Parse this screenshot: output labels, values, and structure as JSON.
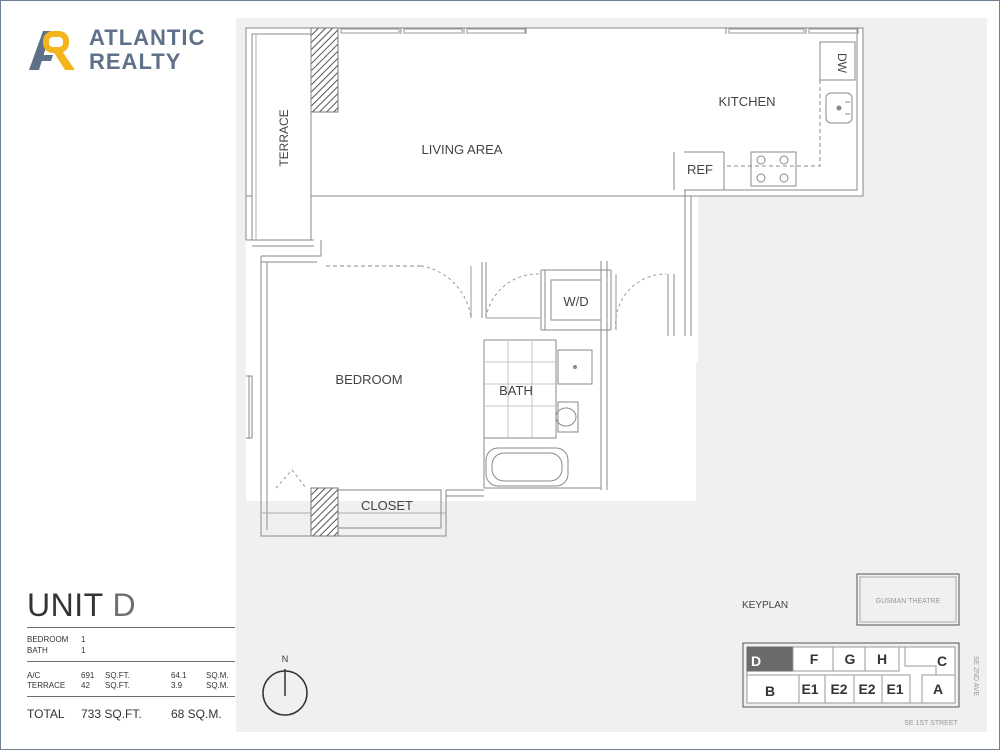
{
  "brand": {
    "line1": "ATLANTIC",
    "line2": "REALTY",
    "colors": {
      "text": "#5f7189",
      "accent": "#f3b51b",
      "mark": "#5f7189"
    }
  },
  "unit": {
    "title_prefix": "UNIT",
    "title_letter": "D",
    "bedroom_label": "BEDROOM",
    "bedroom_count": "1",
    "bath_label": "BATH",
    "bath_count": "1",
    "ac_label": "A/C",
    "ac_sqft": "691",
    "ac_sqm": "64.1",
    "terrace_label": "TERRACE",
    "terrace_sqft": "42",
    "terrace_sqm": "3.9",
    "sqft_unit": "SQ.FT.",
    "sqm_unit": "SQ.M.",
    "total_label": "TOTAL",
    "total_sqft": "733 SQ.FT.",
    "total_sqm": "68 SQ.M."
  },
  "floorplan": {
    "rooms": {
      "terrace": "TERRACE",
      "living": "LIVING AREA",
      "kitchen": "KITCHEN",
      "dw": "DW",
      "ref": "REF",
      "wd": "W/D",
      "bedroom": "BEDROOM",
      "bath": "BATH",
      "closet": "CLOSET"
    },
    "north": "N"
  },
  "keyplan": {
    "title": "KEYPLAN",
    "theatre": "GUSMAN THEATRE",
    "street_bottom": "SE 1ST STREET",
    "street_side": "SE 2ND AVE",
    "units": {
      "d": "D",
      "f": "F",
      "g": "G",
      "h": "H",
      "c": "C",
      "b": "B",
      "e1a": "E1",
      "e2a": "E2",
      "e2b": "E2",
      "e1b": "E1",
      "a": "A"
    },
    "highlight_color": "#6b6b6b"
  }
}
